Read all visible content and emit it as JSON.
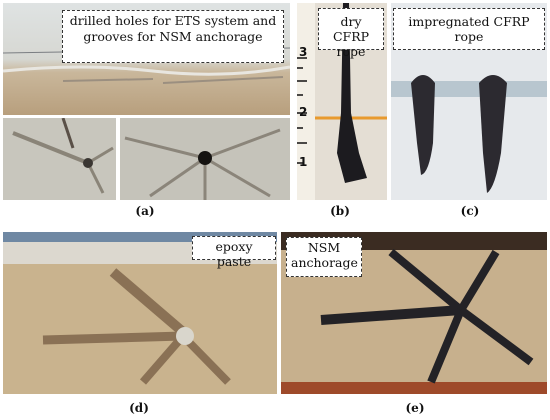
{
  "figure": {
    "panels": [
      {
        "id": "a",
        "caption": "(a)",
        "label": "drilled holes for ETS system and grooves for NSM anchorage"
      },
      {
        "id": "b",
        "caption": "(b)",
        "label": "dry CFRP rope"
      },
      {
        "id": "c",
        "caption": "(c)",
        "label": "impregnated CFRP rope"
      },
      {
        "id": "d",
        "caption": "(d)",
        "label": "epoxy paste"
      },
      {
        "id": "e",
        "caption": "(e)",
        "label": "NSM anchorage"
      }
    ],
    "ruler_ticks": [
      "3",
      "2",
      "1"
    ]
  }
}
